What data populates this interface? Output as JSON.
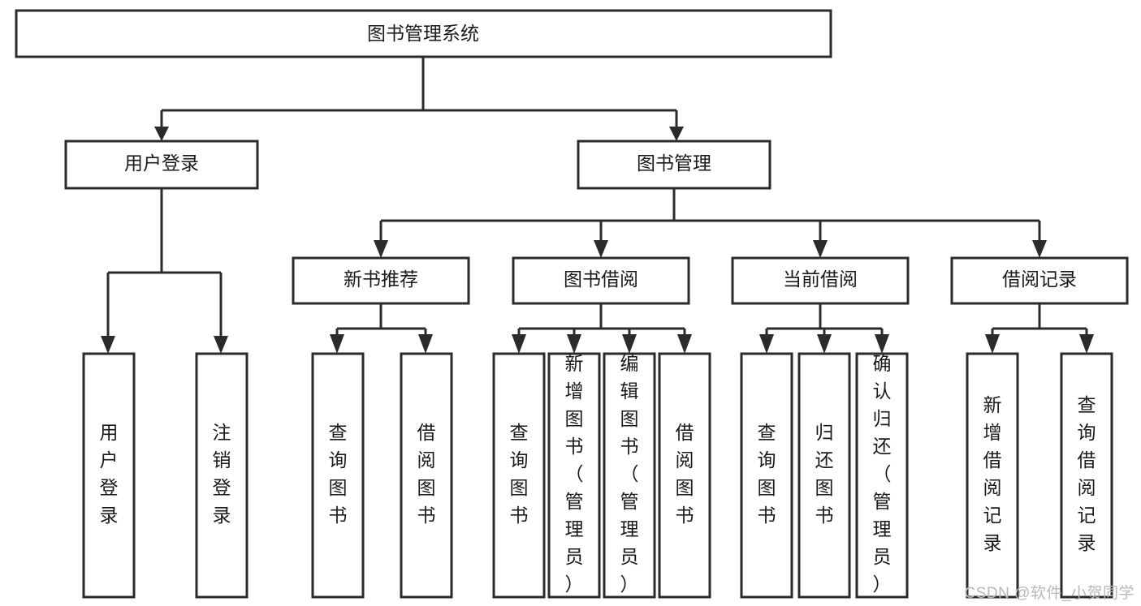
{
  "diagram": {
    "type": "tree",
    "title": "图书管理系统",
    "root": {
      "id": "root",
      "label": "图书管理系统",
      "orientation": "horizontal"
    },
    "level2": [
      {
        "id": "user-login",
        "label": "用户登录",
        "orientation": "horizontal"
      },
      {
        "id": "book-manage",
        "label": "图书管理",
        "orientation": "horizontal"
      }
    ],
    "level3": [
      {
        "id": "new-book-recommend",
        "label": "新书推荐",
        "orientation": "horizontal",
        "parent": "book-manage"
      },
      {
        "id": "book-borrow",
        "label": "图书借阅",
        "orientation": "horizontal",
        "parent": "book-manage"
      },
      {
        "id": "current-borrow",
        "label": "当前借阅",
        "orientation": "horizontal",
        "parent": "book-manage"
      },
      {
        "id": "borrow-record",
        "label": "借阅记录",
        "orientation": "horizontal",
        "parent": "book-manage"
      }
    ],
    "leaves": [
      {
        "id": "leaf-user-login",
        "label": "用户登录",
        "orientation": "vertical",
        "parent": "user-login"
      },
      {
        "id": "leaf-user-logout",
        "label": "注销登录",
        "orientation": "vertical",
        "parent": "user-login"
      },
      {
        "id": "leaf-query-book-1",
        "label": "查询图书",
        "orientation": "vertical",
        "parent": "new-book-recommend"
      },
      {
        "id": "leaf-borrow-book-1",
        "label": "借阅图书",
        "orientation": "vertical",
        "parent": "new-book-recommend"
      },
      {
        "id": "leaf-query-book-2",
        "label": "查询图书",
        "orientation": "vertical",
        "parent": "book-borrow"
      },
      {
        "id": "leaf-add-book",
        "label": "新增图书（管理员）",
        "orientation": "vertical",
        "parent": "book-borrow"
      },
      {
        "id": "leaf-edit-book",
        "label": "编辑图书（管理员）",
        "orientation": "vertical",
        "parent": "book-borrow"
      },
      {
        "id": "leaf-borrow-book-2",
        "label": "借阅图书",
        "orientation": "vertical",
        "parent": "book-borrow"
      },
      {
        "id": "leaf-query-book-3",
        "label": "查询图书",
        "orientation": "vertical",
        "parent": "current-borrow"
      },
      {
        "id": "leaf-return-book",
        "label": "归还图书",
        "orientation": "vertical",
        "parent": "current-borrow"
      },
      {
        "id": "leaf-confirm-return",
        "label": "确认归还（管理员）",
        "orientation": "vertical",
        "parent": "current-borrow"
      },
      {
        "id": "leaf-add-record",
        "label": "新增借阅记录",
        "orientation": "vertical",
        "parent": "borrow-record"
      },
      {
        "id": "leaf-query-record",
        "label": "查询借阅记录",
        "orientation": "vertical",
        "parent": "borrow-record"
      }
    ]
  },
  "watermark": {
    "text": "CSDN @软件_小贺同学"
  },
  "colors": {
    "stroke": "#2b2b2b",
    "fill": "#ffffff",
    "text": "#1a1a1a",
    "watermark": "#b9b9b9",
    "background": "#ffffff"
  }
}
